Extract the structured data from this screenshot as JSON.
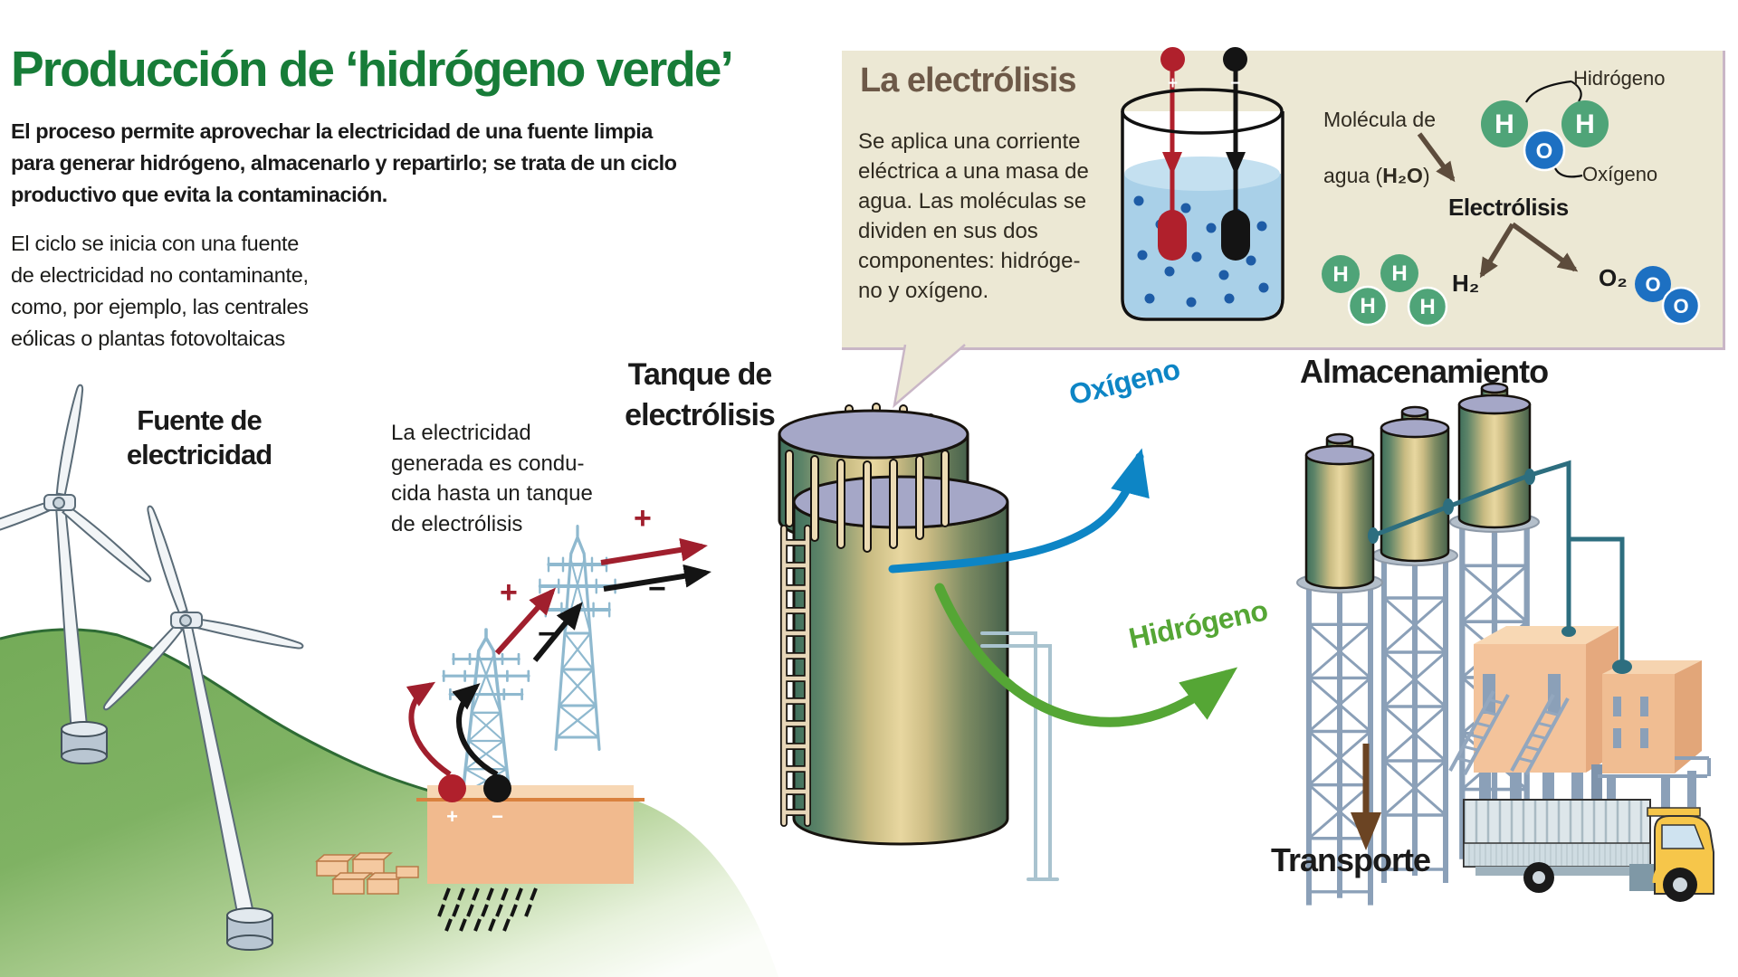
{
  "title": "Producción de ‘hidrógeno verde’",
  "intro_lines": [
    "El proceso permite aprovechar la electricidad de una fuente limpia",
    "para generar hidrógeno, almacenarlo y repartirlo; se trata de un ciclo",
    "productivo que evita la contaminación."
  ],
  "cycle_note_lines": [
    "El ciclo se inicia con una fuente",
    "de electricidad no contaminante,",
    "como, por ejemplo, las centrales",
    "eólicas o plantas fotovoltaicas"
  ],
  "electrolysis_box": {
    "title": "La electrólisis",
    "body_lines": [
      "Se aplica una corriente",
      "eléctrica a una masa de",
      "agua. Las moléculas se",
      "dividen en sus dos",
      "componentes: hidróge-",
      "no y oxígeno."
    ],
    "positive": "+",
    "negative": "−",
    "molecule_line1": "Molécula de",
    "molecule_line2_prefix": "agua (",
    "molecule_formula": "H₂O",
    "molecule_line2_suffix": ")",
    "hydrogen_atom_label": "Hidrógeno",
    "oxygen_atom_label": "Oxígeno",
    "process_label": "Electrólisis",
    "h2": "H₂",
    "o2": "O₂",
    "h": "H",
    "o": "O"
  },
  "scene": {
    "source_label_lines": [
      "Fuente de",
      "electricidad"
    ],
    "tank_label_lines": [
      "Tanque de",
      "electrólisis"
    ],
    "conduction_lines": [
      "La electricidad",
      "generada es condu-",
      "cida hasta un tanque",
      "de electrólisis"
    ],
    "plus": "+",
    "minus": "−",
    "oxygen_flow_label": "Oxígeno",
    "hydrogen_flow_label": "Hidrógeno",
    "storage_label": "Almacenamiento",
    "transport_label": "Transporte"
  },
  "colors": {
    "title_green": "#177c38",
    "box_bg": "#ece8d4",
    "box_border": "#c9b6c6",
    "box_title_brown": "#6d5948",
    "hydrogen_atom_green": "#4fa478",
    "oxygen_atom_blue": "#1d70c2",
    "oxygen_flow_blue": "#0d85c5",
    "hydrogen_flow_green": "#55a635",
    "positive_red": "#b0202c",
    "negative_black": "#141414",
    "diagram_arrow_brown": "#5d4c3c",
    "transport_arrow_brown": "#6b4423",
    "hill_green": "#74ab58",
    "pylon_blue": "#8fb9cf",
    "tank_top_lavender": "#a5a7c7",
    "pipe_teal": "#2d6e7f",
    "building_peach": "#f2c096",
    "truck_cab_yellow": "#f6c64a"
  }
}
